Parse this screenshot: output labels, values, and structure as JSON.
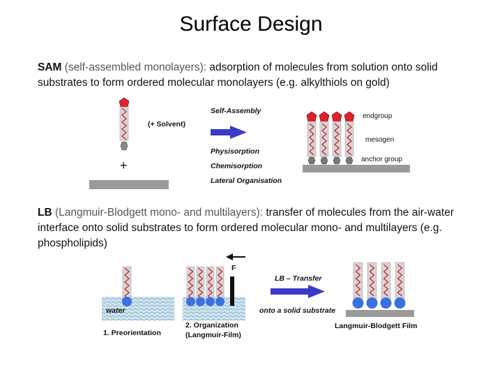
{
  "title": "Surface Design",
  "sam": {
    "term": "SAM",
    "expansion": "(self-assembled monolayers):",
    "description": " adsorption of molecules from solution onto solid substrates to form ordered molecular monolayers (e.g. alkylthiols on gold)",
    "labels": {
      "solvent": "(+ Solvent)",
      "plus": "+",
      "self_assembly": "Self-Assembly",
      "physisorption": "Physisorption",
      "chemisorption": "Chemisorption",
      "lateral": "Lateral Organisation",
      "endgroup": "endgroup",
      "mesogen": "mesogen",
      "anchor": "anchor group"
    }
  },
  "lb": {
    "term": "LB",
    "expansion": "(Langmuir-Blodgett mono- and multilayers):",
    "description": " transfer of molecules from the air-water interface onto solid substrates to form ordered molecular mono- and multilayers (e.g. phospholipids)",
    "labels": {
      "water": "water",
      "force": "F",
      "lb_transfer": "LB – Transfer",
      "onto_substrate": "onto a solid substrate",
      "step1": "1. Preorientation",
      "step2a": "2. Organization",
      "step2b": "(Langmuir-Film)",
      "film": "Langmuir-Blodgett Film"
    }
  },
  "colors": {
    "headgroup_red": "#e0202c",
    "chain_bg": "#d8d4d4",
    "zigzag": "#c0202a",
    "substrate": "#9a9a9a",
    "anchor": "#777777",
    "arrow": "#3a3ac8",
    "lipid_head": "#3a70e0",
    "water_fill": "#cfe3ee"
  }
}
